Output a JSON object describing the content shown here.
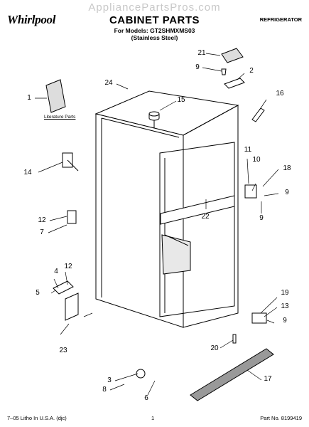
{
  "watermark": "AppliancePartsPros.com",
  "brand": "Whirlpool",
  "title": "CABINET PARTS",
  "models_line": "For Models: GT2SHMXMS03",
  "finish_line": "(Stainless Steel)",
  "appliance_type": "REFRIGERATOR",
  "literature_label": "Literature Parts",
  "callouts": {
    "c1": "1",
    "c2": "2",
    "c3": "3",
    "c4": "4",
    "c5": "5",
    "c6": "6",
    "c7": "7",
    "c8": "8",
    "c9a": "9",
    "c9b": "9",
    "c9c": "9",
    "c9d": "9",
    "c10": "10",
    "c11": "11",
    "c12a": "12",
    "c12b": "12",
    "c13": "13",
    "c14": "14",
    "c15": "15",
    "c16": "16",
    "c17": "17",
    "c18": "18",
    "c19": "19",
    "c20": "20",
    "c21": "21",
    "c22": "22",
    "c23": "23",
    "c24": "24"
  },
  "footer": {
    "litho": "7–05 Litho In U.S.A. (djc)",
    "page": "1",
    "part_no": "Part No. 8199419"
  }
}
